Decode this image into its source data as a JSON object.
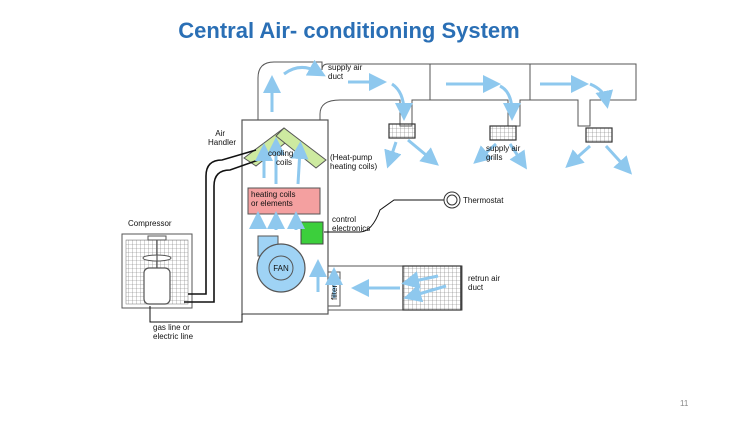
{
  "title": "Central Air- conditioning System",
  "page_number": "11",
  "labels": {
    "air_handler": [
      "Air",
      "Handler"
    ],
    "compressor": "Compressor",
    "supply_air_duct": [
      "supply air",
      "duct"
    ],
    "supply_air_grills": [
      "supply air",
      "grills"
    ],
    "cooling_coils": [
      "cooling",
      "coils"
    ],
    "heat_pump_coils": [
      "(Heat-pump",
      "heating coils)"
    ],
    "heating_coils": [
      "heating coils",
      "or elements"
    ],
    "thermostat": "Thermostat",
    "control_electronics": [
      "control",
      "electronics"
    ],
    "fan": "FAN",
    "filter": "filter",
    "return_air_duct": [
      "retrun air",
      "duct"
    ],
    "gas_line": [
      "gas line or",
      "electric line"
    ]
  },
  "colors": {
    "title": "#2a6fb5",
    "airflow": "#8ec8ee",
    "cooling_coils": "#cdeaa0",
    "heating_coils": "#f4a0a0",
    "control_box": "#3ccf3c",
    "fan": "#9fd3f5"
  }
}
